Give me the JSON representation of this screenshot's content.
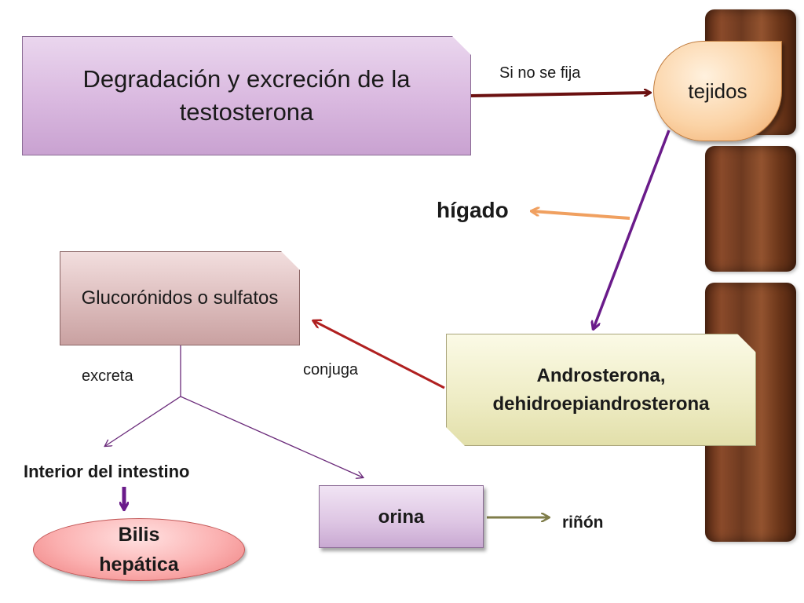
{
  "nodes": {
    "title": "Degradación y excreción de la testosterona",
    "tejidos": "tejidos",
    "higado": "hígado",
    "glucoronidos": "Glucorónidos  o sulfatos",
    "androsterona_line1": "Androsterona,",
    "androsterona_line2": "dehidroepiandrosterona",
    "interior_intestino": "Interior del intestino",
    "bilis_line1": "Bilis",
    "bilis_line2": "hepática",
    "orina": "orina",
    "rinon": "riñón"
  },
  "edges": {
    "si_no_se_fija": "Si no se fija",
    "conjuga": "conjuga",
    "excreta": "excreta"
  },
  "colors": {
    "title_box": "#d9b8df",
    "tejidos_box": "#fbd3a6",
    "glucoronidos_box": "#dcbcbc",
    "androsterona_box": "#eeecc4",
    "orina_box": "#ddc5e3",
    "bilis_box": "#fbb0b0",
    "arrow_dark_red": "#6b1010",
    "arrow_purple": "#6a1b8a",
    "arrow_orange": "#f0a060",
    "arrow_red": "#b02020",
    "arrow_olive": "#7f7d4a"
  }
}
